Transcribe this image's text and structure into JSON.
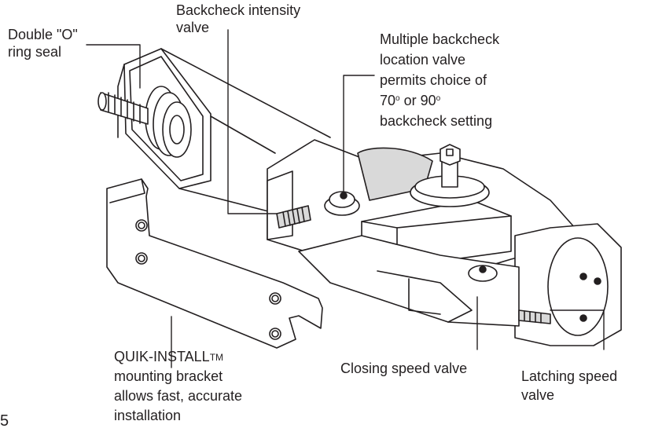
{
  "labels": {
    "o_ring": [
      "Double \"O\"",
      "ring seal"
    ],
    "backcheck_intensity": [
      "Backcheck intensity",
      "valve"
    ],
    "multiple_backcheck": [
      "Multiple backcheck",
      "location valve",
      "permits choice of",
      "backcheck setting"
    ],
    "angle_a": "70",
    "angle_b": "90",
    "angle_or": "or",
    "deg_symbol": "o",
    "quik_install": {
      "brand": "QUIK-INSTALL",
      "tm": "TM",
      "lines": [
        "mounting bracket",
        "allows fast, accurate",
        "installation"
      ]
    },
    "closing_speed": "Closing speed valve",
    "latching_speed": [
      "Latching speed",
      "valve"
    ],
    "page_mark": "5"
  },
  "colors": {
    "ink": "#231f20",
    "fill": "#ffffff",
    "shade": "#d9d9d9",
    "dark": "#444444"
  }
}
